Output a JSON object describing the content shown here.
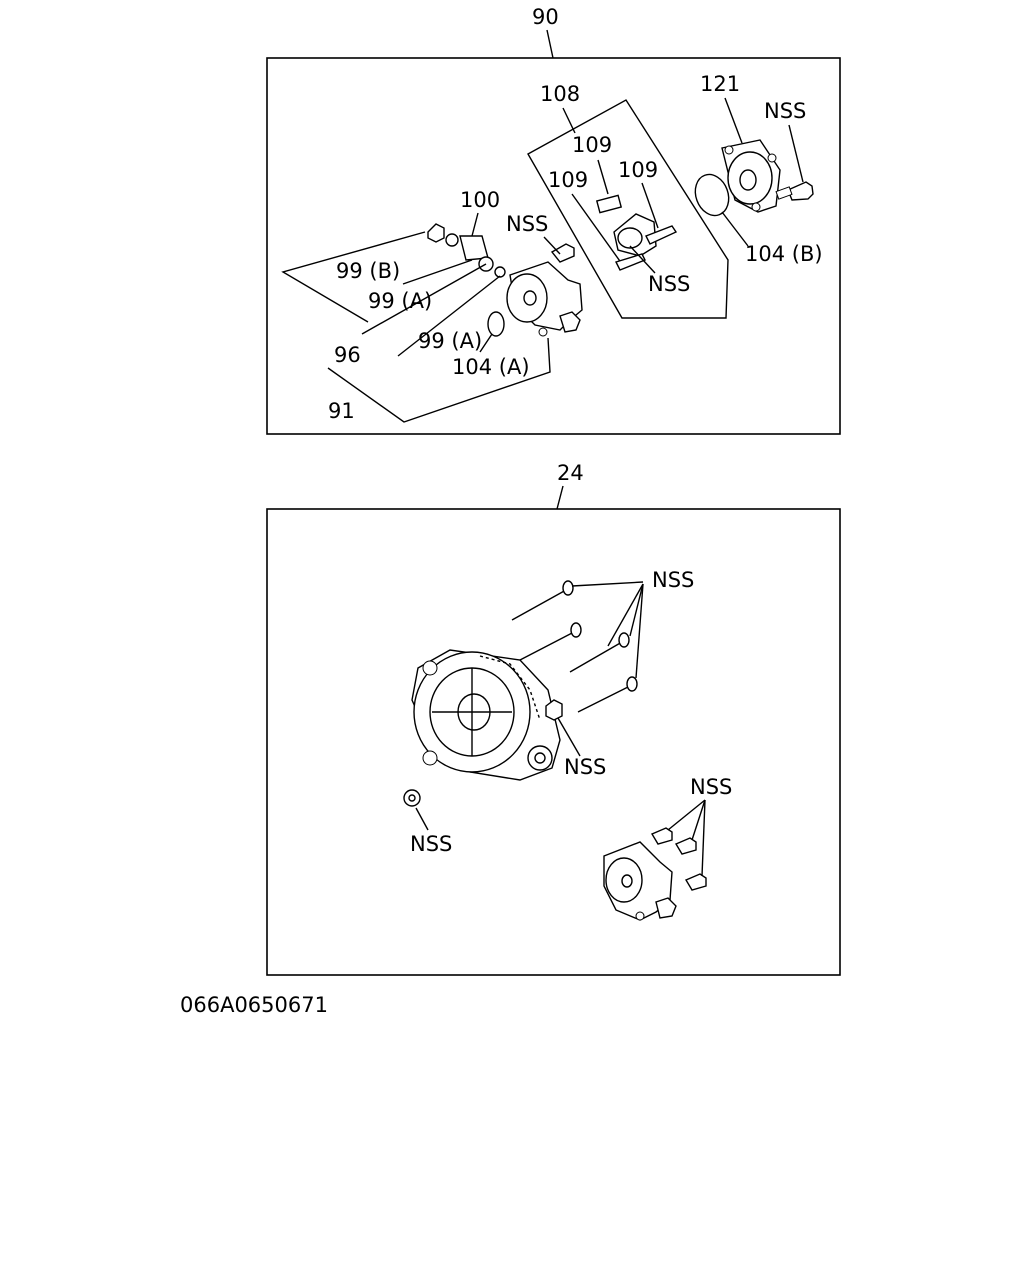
{
  "drawing_id": "066A0650671",
  "top_panel": {
    "assembly_ref": "90",
    "labels": {
      "l108": "108",
      "l121": "121",
      "nss_bolt": "NSS",
      "l109_a": "109",
      "l109_b": "109",
      "l109_c": "109",
      "l100": "100",
      "nss_screw": "NSS",
      "l104b": "104 (B)",
      "nss_brush": "NSS",
      "l99b": "99 (B)",
      "l99a_1": "99 (A)",
      "l99a_2": "99 (A)",
      "l96": "96",
      "l104a": "104 (A)",
      "l91": "91"
    }
  },
  "bottom_panel": {
    "assembly_ref": "24",
    "labels": {
      "nss_bolts": "NSS",
      "nss_nut": "NSS",
      "nss_loose_nut": "NSS",
      "nss_pump_bolts": "NSS"
    }
  }
}
